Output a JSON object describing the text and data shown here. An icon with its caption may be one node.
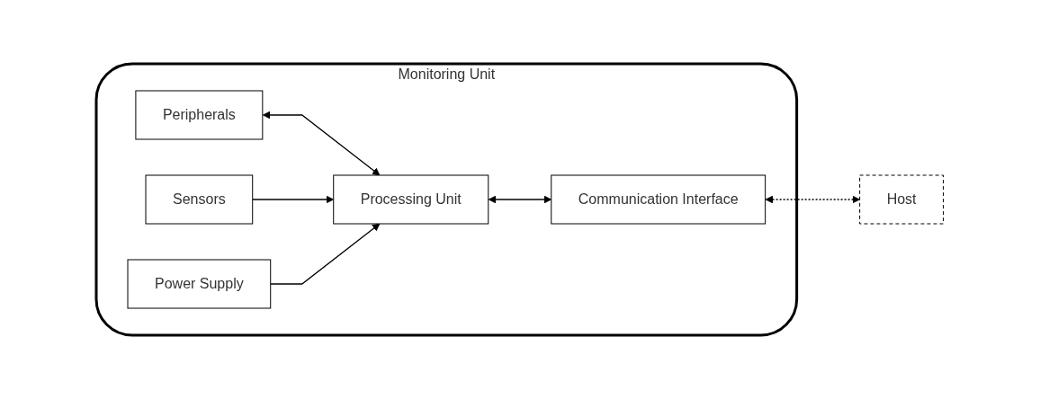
{
  "diagram": {
    "nodes": [
      {
        "text": [
          "Monitoring Unit"
        ]
      },
      {
        "text": [
          "Peripherals"
        ],
        "in": 0
      },
      {
        "text": [
          "Sensors"
        ],
        "in": 0
      },
      {
        "text": [
          "Processing Unit"
        ],
        "in": 0
      },
      {
        "text": [
          "Communication Interface"
        ],
        "in": 0
      },
      {
        "text": [
          "Power Supply"
        ],
        "in": 0
      },
      {
        "text": [
          "Host"
        ]
      }
    ],
    "edges": [
      {
        "from": 1,
        "to": 3,
        "arrow": "both"
      },
      {
        "from": 2,
        "to": 3,
        "arrow": "to"
      },
      {
        "from": 3,
        "to": 4,
        "arrow": "both"
      },
      {
        "from": 4,
        "to": 6,
        "arrow": "both",
        "style": "dashed"
      },
      {
        "from": 5,
        "to": 3,
        "arrow": "to"
      }
    ]
  }
}
